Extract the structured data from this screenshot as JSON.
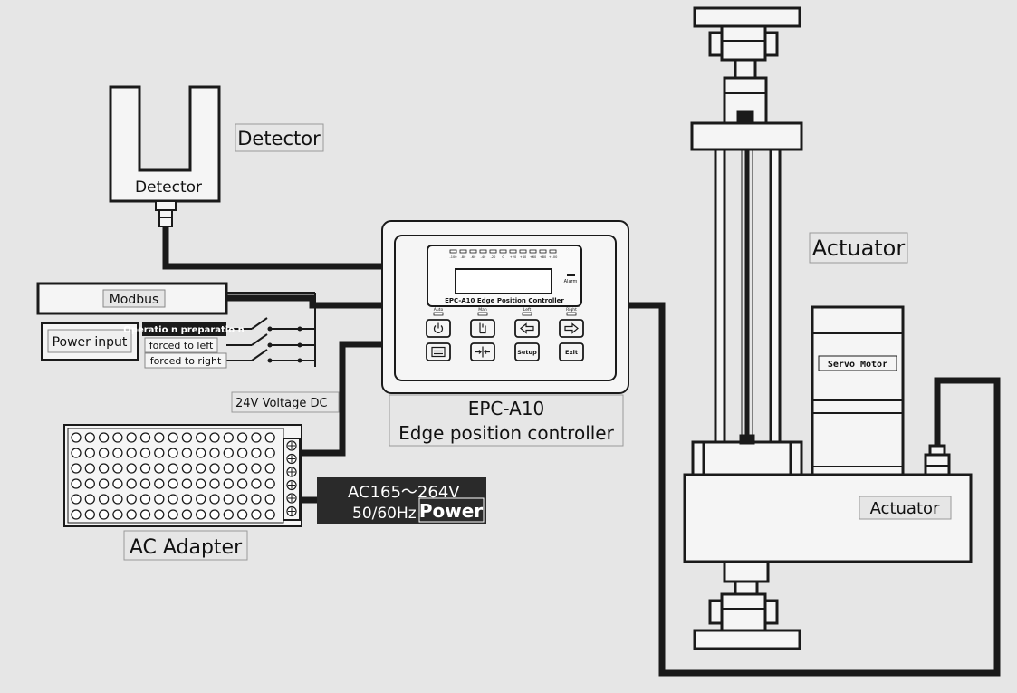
{
  "colors": {
    "background": "#e6e6e6",
    "line": "#1a1a1a",
    "device_fill": "#f5f5f5",
    "dark_panel": "#2a2a2a"
  },
  "labels": {
    "detector_title": "Detector",
    "detector_inner": "Detector",
    "modbus": "Modbus",
    "power_input": "Power input",
    "operation_preparation": "Operatio n preparatio n",
    "forced_left": "forced to left",
    "forced_right": "forced to right",
    "voltage_dc": "24V Voltage DC",
    "controller_model": "EPC-A10",
    "controller_name": "Edge position controller",
    "ac_adapter": "AC Adapter",
    "ac_voltage": "AC165～264V",
    "ac_freq": "50/60Hz",
    "ac_power": "Power",
    "actuator_title": "Actuator",
    "actuator_body": "Actuator",
    "servo_motor": "Servo Motor"
  },
  "controller_panel": {
    "display_title": "EPC-A10   Edge Position Controller",
    "alarm": "Alarm",
    "scale_ticks": [
      "-100",
      "-80",
      "-60",
      "-40",
      "-20",
      "0",
      "+20",
      "+40",
      "+60",
      "+80",
      "+100"
    ],
    "led_labels": [
      "Auto",
      "Man",
      "Left",
      "Right"
    ],
    "buttons_row1": [
      {
        "name": "power-button",
        "icon": "power-icon"
      },
      {
        "name": "manual-button",
        "icon": "hand-icon"
      },
      {
        "name": "left-button",
        "icon": "arrow-left-icon"
      },
      {
        "name": "right-button",
        "icon": "arrow-right-icon"
      }
    ],
    "buttons_row2": [
      {
        "name": "menu-button",
        "icon": "menu-icon"
      },
      {
        "name": "center-button",
        "icon": "center-icon"
      },
      {
        "name": "setup-button",
        "text": "Setup"
      },
      {
        "name": "exit-button",
        "text": "Exit"
      }
    ]
  }
}
